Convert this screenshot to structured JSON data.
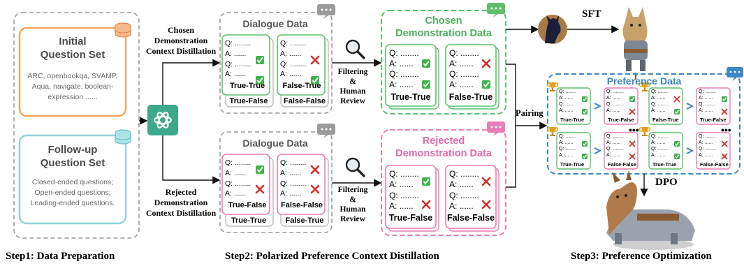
{
  "step1": {
    "initial_title": [
      "Initial",
      "Question Set"
    ],
    "initial_desc": [
      "ARC, openbookqa, SVAMP,",
      "Aqua, navigate, boolean-",
      "expression ......"
    ],
    "followup_title": [
      "Follow-up",
      "Question Set"
    ],
    "followup_desc": [
      "Closed-ended questions;",
      "Open-ended questions;",
      "Leading-ended questions."
    ],
    "caption": "Step1: Data Preparation"
  },
  "step2": {
    "chosen_distill": [
      "Chosen",
      "Demonstration",
      "Context Distillation"
    ],
    "rejected_distill": [
      "Rejected",
      "Demonstration",
      "Context Distillation"
    ],
    "dialogue_title": "Dialogue Data",
    "filtering": [
      "Filtering",
      "&",
      "Human",
      "Review"
    ],
    "chosen_demo_title": [
      "Chosen",
      "Demonstration Data"
    ],
    "rejected_demo_title": [
      "Rejected",
      "Demonstration Data"
    ],
    "q_line": "Q: ........",
    "a_line": "A: ......",
    "top_cards": [
      "True-True",
      "False-True"
    ],
    "top_back_cards": [
      "True-False",
      "False-False"
    ],
    "bottom_cards": [
      "True-False",
      "False-False"
    ],
    "bottom_back_cards": [
      "True-True",
      "False-True"
    ],
    "caption": "Step2: Polarized Preference Context Distillation"
  },
  "step3": {
    "sft": "SFT",
    "pairing": "Pairing",
    "pref_title": "Preference Data",
    "dpo": "DPO",
    "ellipsis": "•••",
    "pair_labels": [
      "True-True",
      "True-False",
      "False-True",
      "True-False",
      "True-True",
      "False-False",
      "True-True",
      "False-False"
    ],
    "caption": "Step3: Preference Optimization"
  },
  "colors": {
    "green": "#5fbf6f",
    "pink": "#e87cb4",
    "blue": "#3a86c8",
    "gray": "#9a9a9a",
    "orange": "#f4a45c",
    "teal": "#8fd3d6",
    "check": "#3db34a",
    "cross": "#d42b2b",
    "openai": "#3ea88a"
  }
}
